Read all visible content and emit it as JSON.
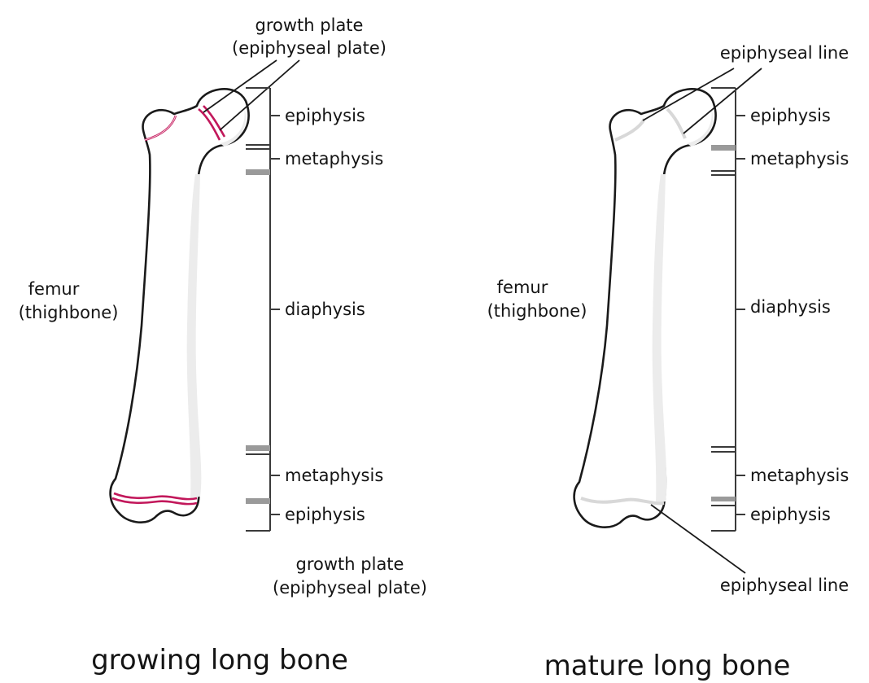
{
  "growing": {
    "title": "growing long bone",
    "bone_label_1": "femur",
    "bone_label_2": "(thighbone)",
    "top_plate_label_1": "growth plate",
    "top_plate_label_2": "(epiphyseal plate)",
    "bottom_plate_label_1": "growth plate",
    "bottom_plate_label_2": "(epiphyseal plate)",
    "regions": [
      "epiphysis",
      "metaphysis",
      "diaphysis",
      "metaphysis",
      "epiphysis"
    ]
  },
  "mature": {
    "title": "mature long bone",
    "bone_label_1": "femur",
    "bone_label_2": "(thighbone)",
    "top_line_label": "epiphyseal line",
    "bottom_line_label": "epiphyseal line",
    "regions": [
      "epiphysis",
      "metaphysis",
      "diaphysis",
      "metaphysis",
      "epiphysis"
    ]
  },
  "colors": {
    "growth_plate": "#c2185b",
    "epiphyseal_line": "#d8d8d8",
    "bracket_bar": "#9a9a9a"
  }
}
